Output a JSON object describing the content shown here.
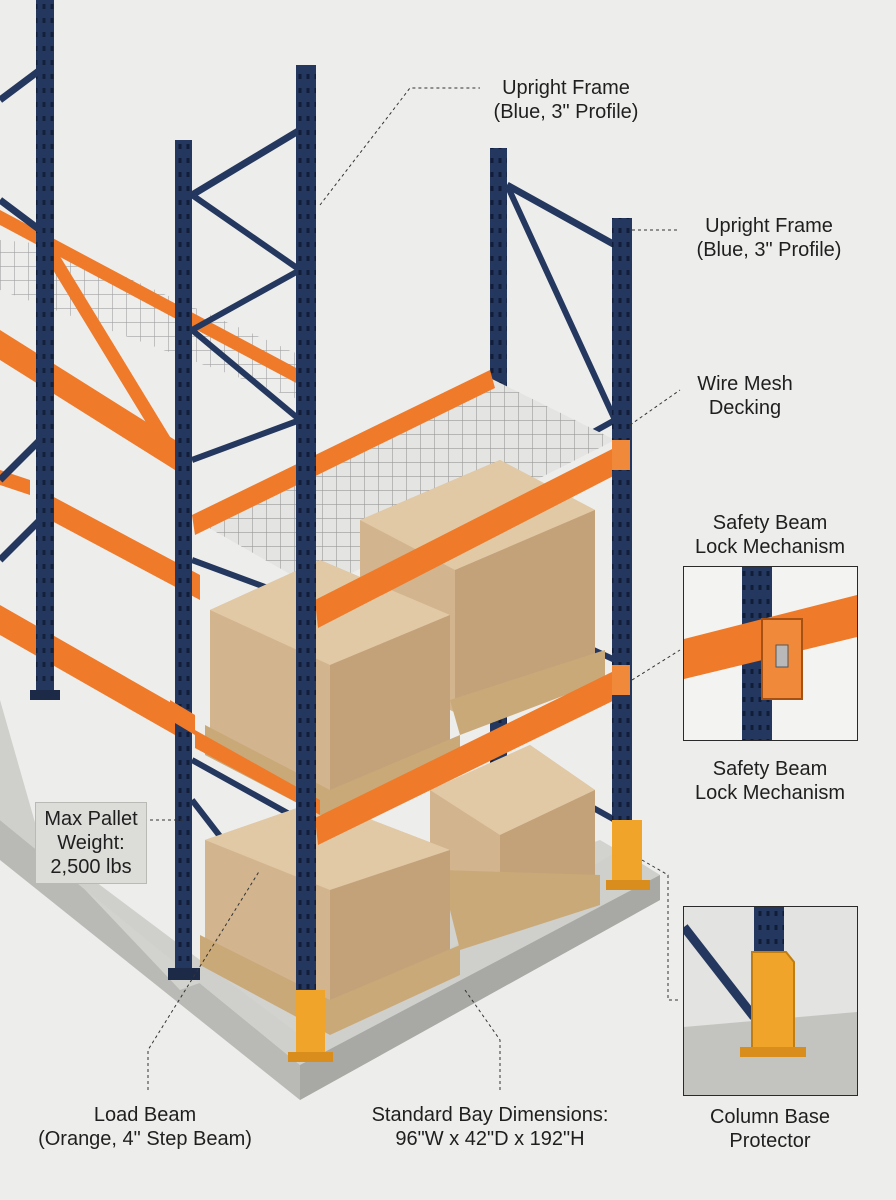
{
  "callouts": {
    "upright_top": {
      "line1": "Upright Frame",
      "line2": "(Blue, 3\" Profile)"
    },
    "upright_right": {
      "line1": "Upright Frame",
      "line2": "(Blue, 3\" Profile)"
    },
    "wire_mesh": {
      "line1": "Wire Mesh",
      "line2": "Decking"
    },
    "safety_lock_top": {
      "line1": "Safety Beam",
      "line2": "Lock Mechanism"
    },
    "safety_lock_bottom": {
      "line1": "Safety Beam",
      "line2": "Lock Mechanism"
    },
    "max_pallet": {
      "line1": "Max Pallet",
      "line2": "Weight:",
      "line3": "2,500 lbs"
    },
    "load_beam": {
      "line1": "Load Beam",
      "line2": "(Orange, 4\" Step Beam)"
    },
    "bay_dims": {
      "line1": "Standard Bay Dimensions:",
      "line2": "96\"W x 42\"D x 192\"H"
    },
    "base_protector": {
      "line1": "Column Base",
      "line2": "Protector"
    }
  },
  "colors": {
    "upright_blue": "#24375e",
    "beam_orange": "#ee7a2a",
    "protector_yellow": "#f0a52a",
    "cardboard": "#d2b48e",
    "pallet_wood": "#caa978",
    "concrete": "#cfcfcc"
  }
}
